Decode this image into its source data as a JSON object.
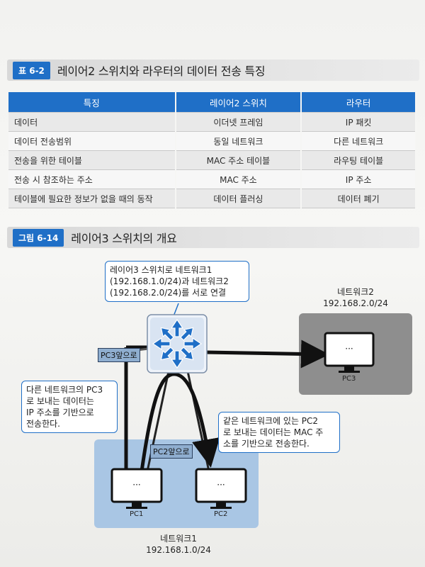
{
  "table_section": {
    "tag": "표 6-2",
    "title": "레이어2 스위치와 라우터의 데이터 전송 특징",
    "headers": [
      "특징",
      "레이어2 스위치",
      "라우터"
    ],
    "rows": [
      [
        "데이터",
        "이더넷 프레임",
        "IP 패킷"
      ],
      [
        "데이터 전송범위",
        "동일 네트워크",
        "다른 네트워크"
      ],
      [
        "전송을 위한 테이블",
        "MAC 주소 테이블",
        "라우팅 테이블"
      ],
      [
        "전송 시 참조하는 주소",
        "MAC 주소",
        "IP 주소"
      ],
      [
        "테이블에 필요한 정보가 없을 때의 동작",
        "데이터 플러싱",
        "데이터 폐기"
      ]
    ]
  },
  "figure_section": {
    "tag": "그림 6-14",
    "title": "레이어3 스위치의 개요"
  },
  "diagram": {
    "top_callout": [
      "레이어3 스위치로 네트워크1",
      "(192.168.1.0/24)과 네트워크2",
      "(192.168.2.0/24)를 서로 연결"
    ],
    "left_callout": [
      "다른 네트워크의 PC3",
      "로 보내는 데이터는",
      "IP 주소를 기반으로",
      "전송한다."
    ],
    "right_callout": [
      "같은 네트워크에 있는 PC2",
      "로 보내는 데이터는 MAC 주",
      "소를 기반으로 전송한다."
    ],
    "network1": {
      "name": "네트워크1",
      "subnet": "192.168.1.0/24"
    },
    "network2": {
      "name": "네트워크2",
      "subnet": "192.168.2.0/24"
    },
    "pc1": "PC1",
    "pc2": "PC2",
    "pc3": "PC3",
    "tag_pc3": "PC3앞으로",
    "tag_pc2": "PC2앞으로",
    "colors": {
      "accent": "#1f6fc7",
      "network1": "#a9c6e4",
      "network2": "#8e8e8e"
    }
  }
}
